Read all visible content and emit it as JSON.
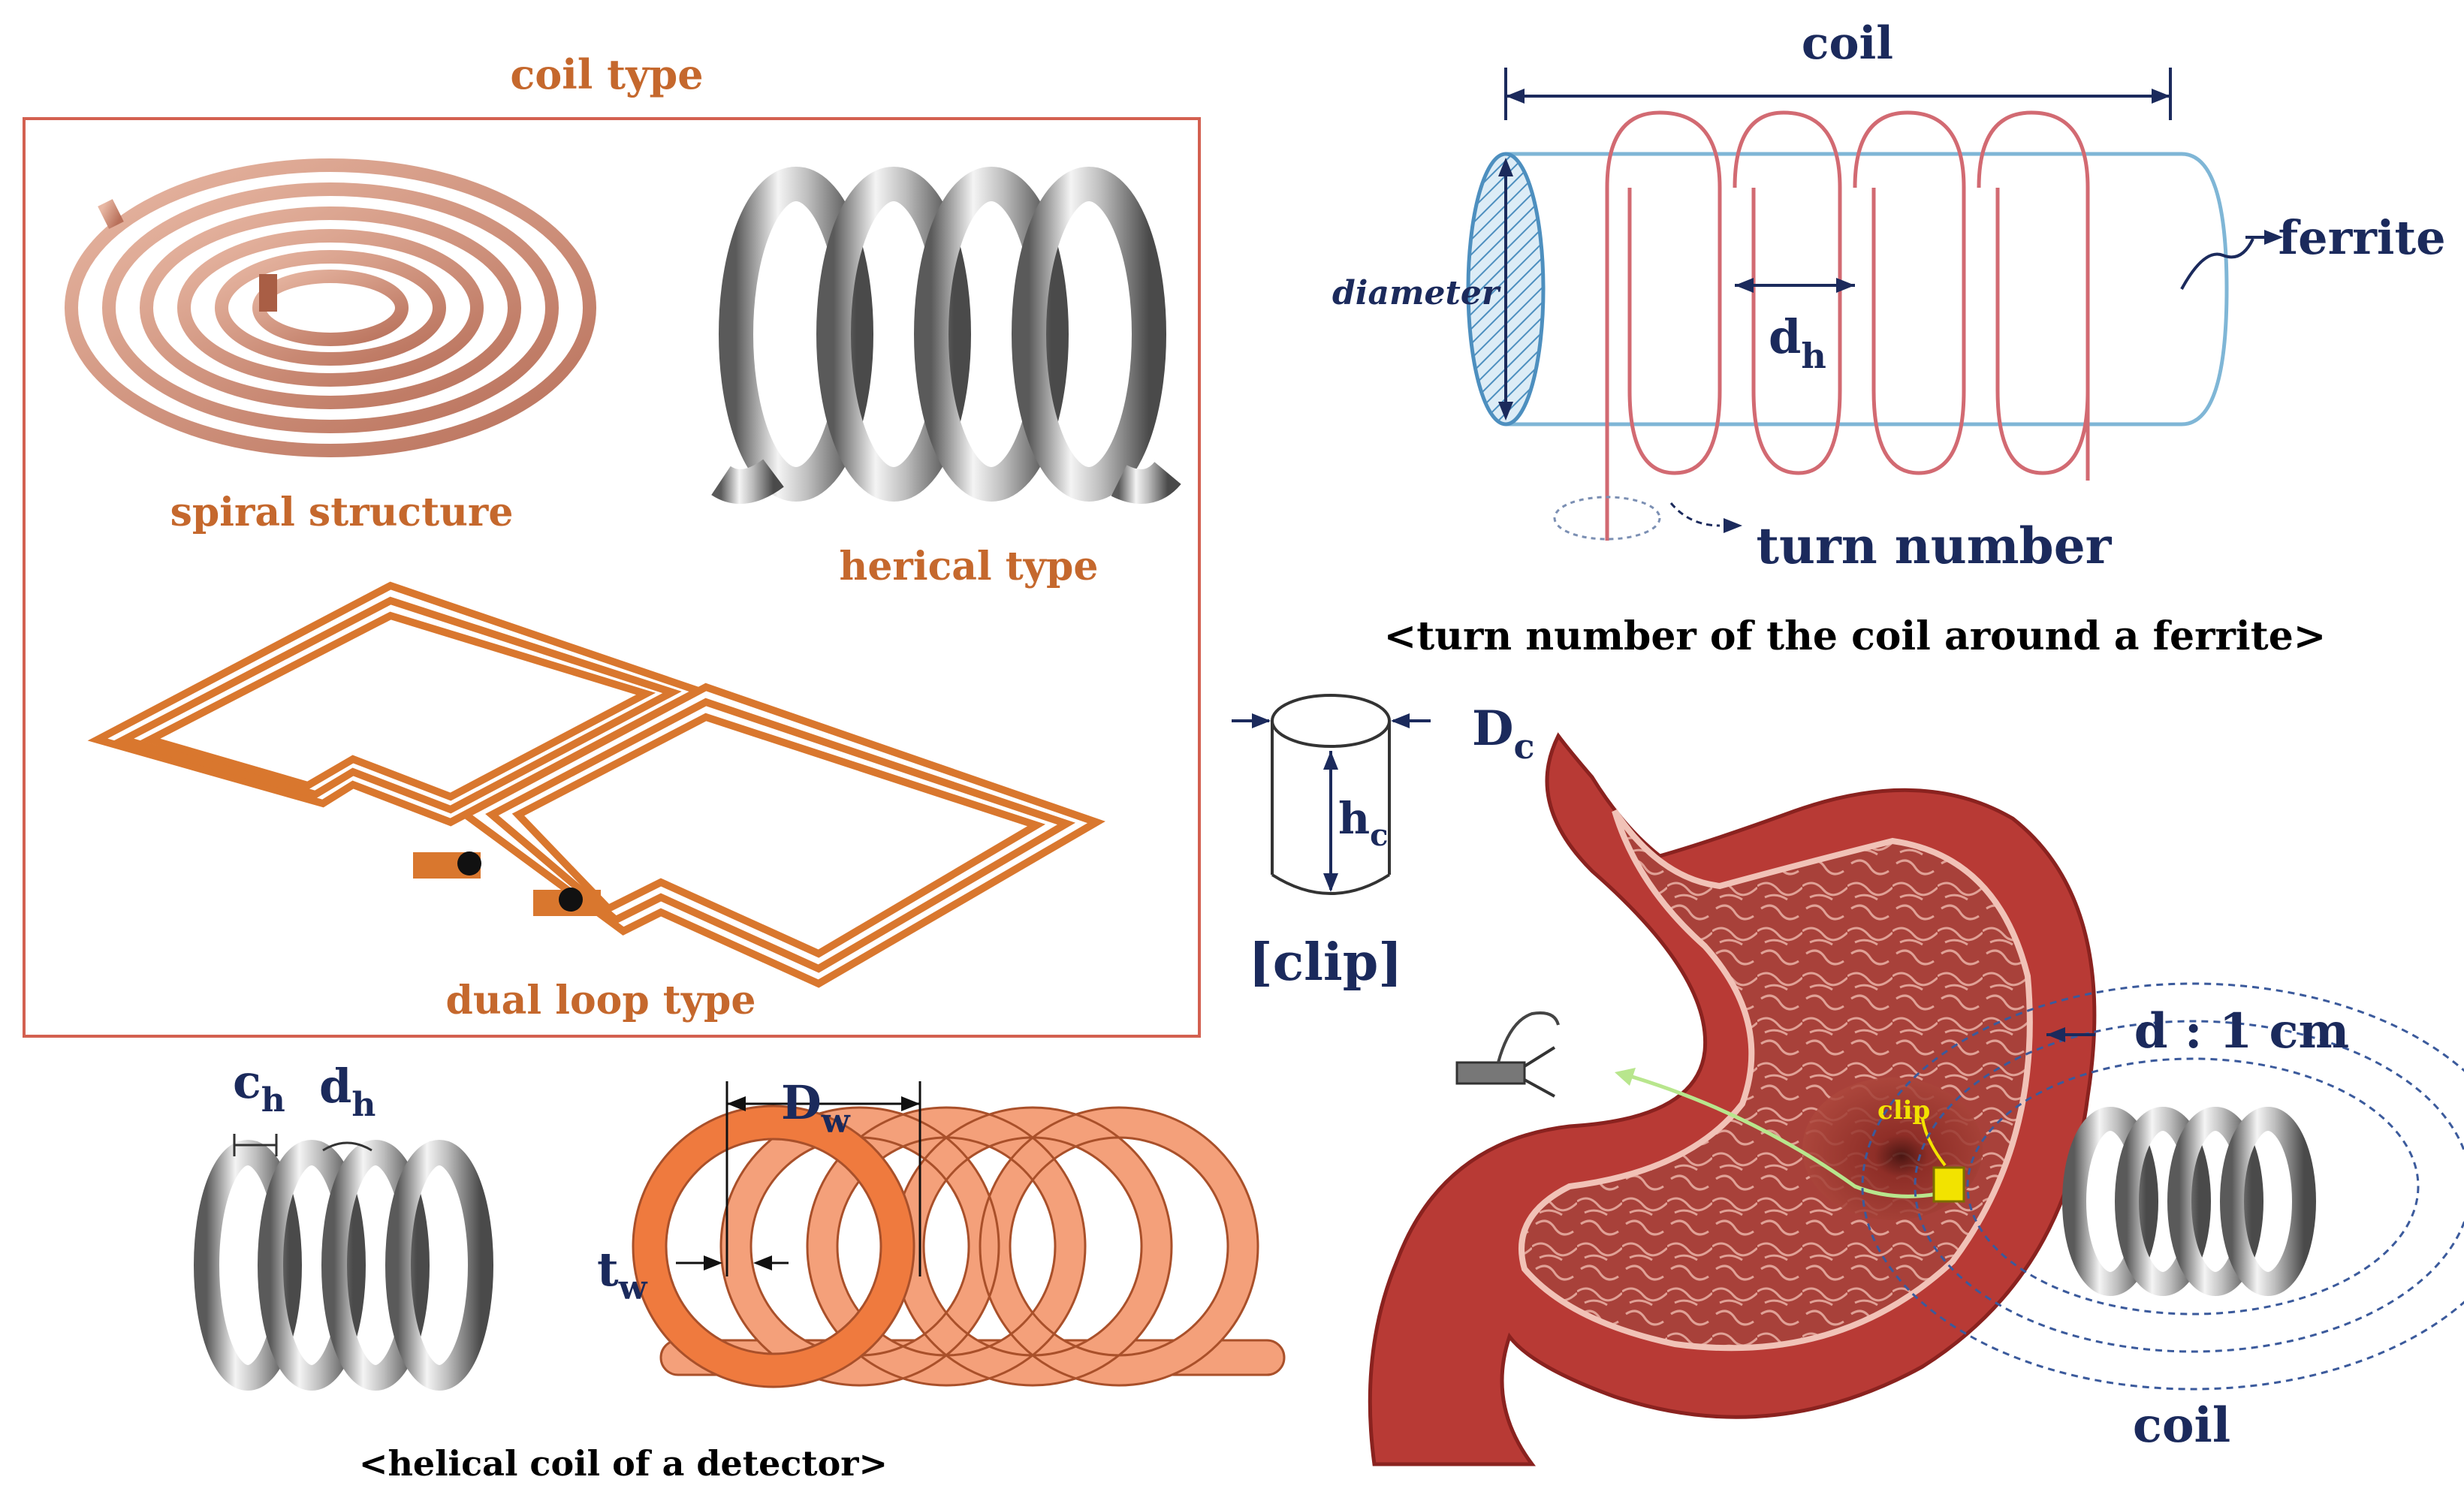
{
  "coil_type_panel": {
    "title": "coil type",
    "spiral_label": "spiral structure",
    "helical_label": "herical type",
    "dual_loop_label": "dual loop type"
  },
  "ferrite_panel": {
    "coil_label": "coil",
    "ferrite_label": "ferrite",
    "diameter_label": "diameter",
    "pitch_label": "d",
    "pitch_sub": "h",
    "turn_label": "turn number",
    "caption": "<turn number of the coil around a ferrite>"
  },
  "clip_panel": {
    "diameter_label": "D",
    "diameter_sub": "c",
    "height_label": "h",
    "height_sub": "c",
    "caption": "[clip]"
  },
  "detector_panel": {
    "gap_label": "c",
    "gap_sub": "h",
    "pitch_label": "d",
    "pitch_sub": "h",
    "wire_diameter_label": "D",
    "wire_diameter_sub": "w",
    "wire_thickness_label": "t",
    "wire_thickness_sub": "w",
    "caption": "<helical coil of a detector>"
  },
  "stomach_panel": {
    "distance_label": "d : 1 cm",
    "clip_label": "clip",
    "coil_label": "coil"
  },
  "colors": {
    "copper": "#d99a82",
    "copper_dark": "#a95e45",
    "orange_trace": "#d9772e",
    "label_orange": "#c5682d",
    "label_navy": "#1b2a5c",
    "ferrite_blue": "#7fb6d6",
    "coil_red": "#d26a72",
    "stomach_red": "#b83a35"
  }
}
